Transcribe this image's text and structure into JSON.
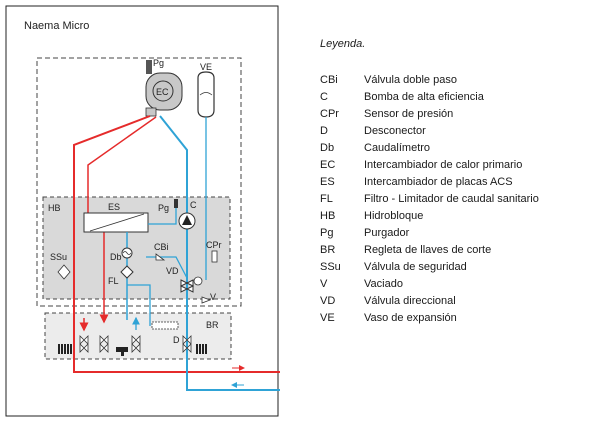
{
  "diagram": {
    "title": "Naema Micro",
    "labels": {
      "pg_top": "Pg",
      "ec": "EC",
      "ve": "VE",
      "hb": "HB",
      "es": "ES",
      "pg_mid": "Pg",
      "c": "C",
      "db": "Db",
      "cbi": "CBi",
      "cpr": "CPr",
      "ssu": "SSu",
      "fl": "FL",
      "vd": "VD",
      "v": "V",
      "br": "BR",
      "d": "D"
    },
    "colors": {
      "hot": "#e52b2b",
      "cold": "#2fa3d6",
      "frame": "#222222",
      "dashed": "#444444",
      "hb_fill": "#d9d9d9",
      "ec_fill": "#c8c8c8"
    }
  },
  "legend": {
    "title": "Leyenda.",
    "items": [
      {
        "code": "CBi",
        "desc": "Válvula doble paso"
      },
      {
        "code": "C",
        "desc": "Bomba de alta eficiencia"
      },
      {
        "code": "CPr",
        "desc": "Sensor de presión"
      },
      {
        "code": "D",
        "desc": "Desconector"
      },
      {
        "code": "Db",
        "desc": "Caudalímetro"
      },
      {
        "code": "EC",
        "desc": "Intercambiador de calor primario"
      },
      {
        "code": "ES",
        "desc": "Intercambiador de placas ACS"
      },
      {
        "code": "FL",
        "desc": "Filtro - Limitador de caudal sanitario"
      },
      {
        "code": "HB",
        "desc": "Hidrobloque"
      },
      {
        "code": "Pg",
        "desc": "Purgador"
      },
      {
        "code": "BR",
        "desc": "Regleta de llaves de corte"
      },
      {
        "code": "SSu",
        "desc": "Válvula de seguridad"
      },
      {
        "code": "V",
        "desc": "Vaciado"
      },
      {
        "code": "VD",
        "desc": "Válvula direccional"
      },
      {
        "code": "VE",
        "desc": "Vaso de expansión"
      }
    ]
  }
}
